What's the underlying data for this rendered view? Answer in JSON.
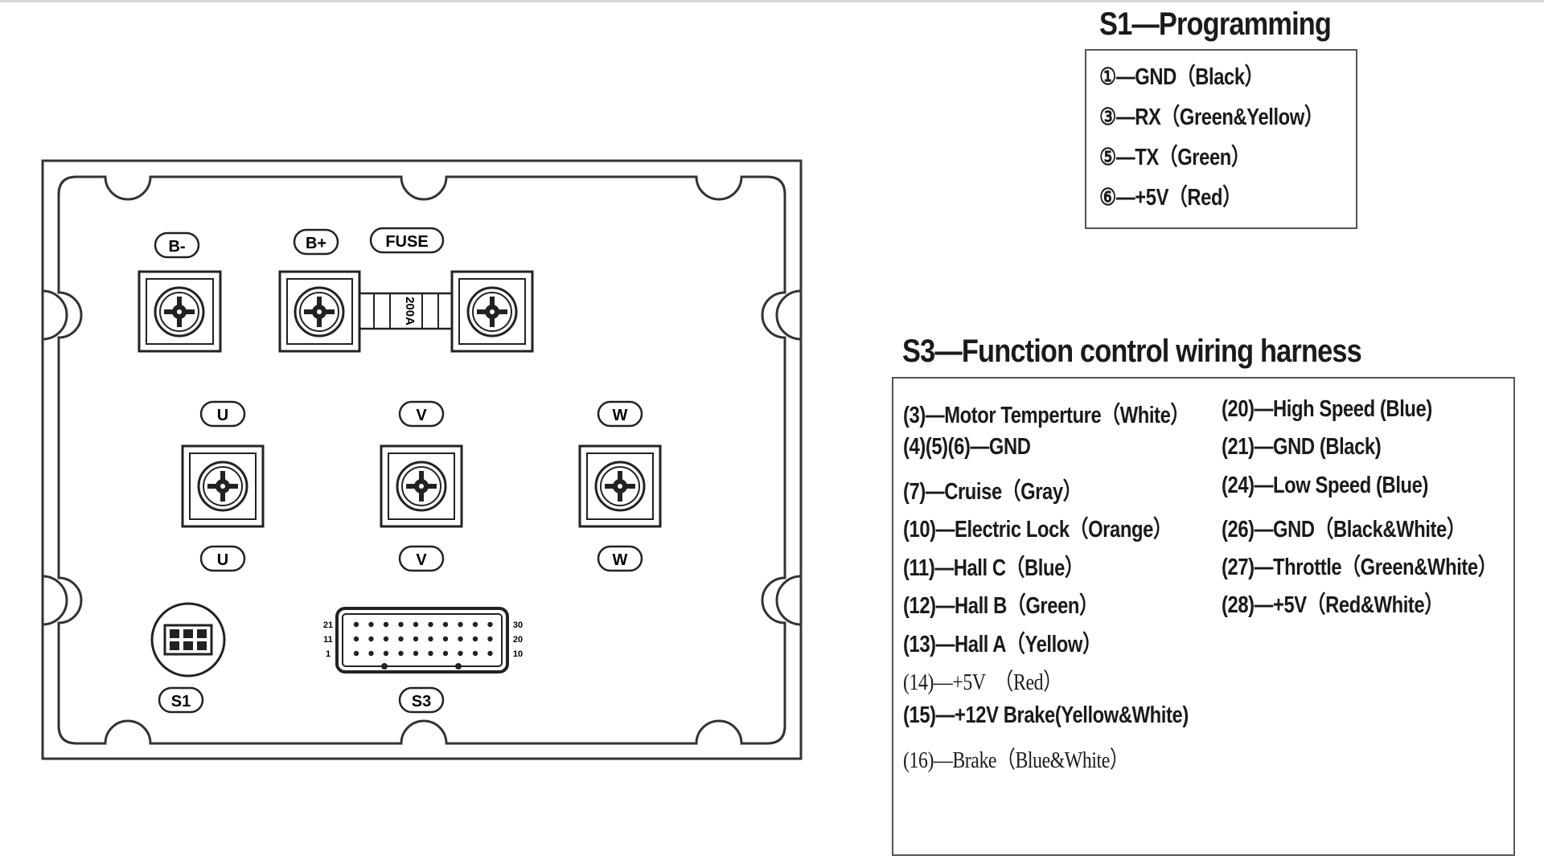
{
  "diagram": {
    "terminals": {
      "b_minus": "B-",
      "b_plus": "B+",
      "fuse": "FUSE",
      "fuse_rating": "200A",
      "u_top": "U",
      "v_top": "V",
      "w_top": "W",
      "u_bottom": "U",
      "v_bottom": "V",
      "w_bottom": "W",
      "s1": "S1",
      "s3": "S3"
    },
    "s3_pins": {
      "left": [
        "21",
        "11",
        "1"
      ],
      "right": [
        "30",
        "20",
        "10"
      ]
    }
  },
  "s1": {
    "title": "S1—Programming",
    "items": [
      "①—GND（Black）",
      "③—RX（Green&Yellow）",
      "⑤—TX（Green）",
      "⑥—+5V（Red）"
    ]
  },
  "s3": {
    "title": "S3—Function control wiring harness",
    "left": [
      "(3)—Motor Temperture（White）",
      "(4)(5)(6)—GND",
      "(7)—Cruise（Gray）",
      "(10)—Electric Lock（Orange）",
      "(11)—Hall C（Blue）",
      "(12)—Hall B（Green）",
      "(13)—Hall A（Yellow）",
      "(14)—+5V　（Red）",
      "(15)—+12V Brake(Yellow&White)",
      "(16)—Brake（Blue&White）"
    ],
    "right": [
      "(20)—High Speed (Blue)",
      "(21)—GND (Black)",
      "(24)—Low Speed (Blue)",
      "(26)—GND（Black&White）",
      "(27)—Throttle（Green&White）",
      "(28)—+5V（Red&White）"
    ]
  }
}
